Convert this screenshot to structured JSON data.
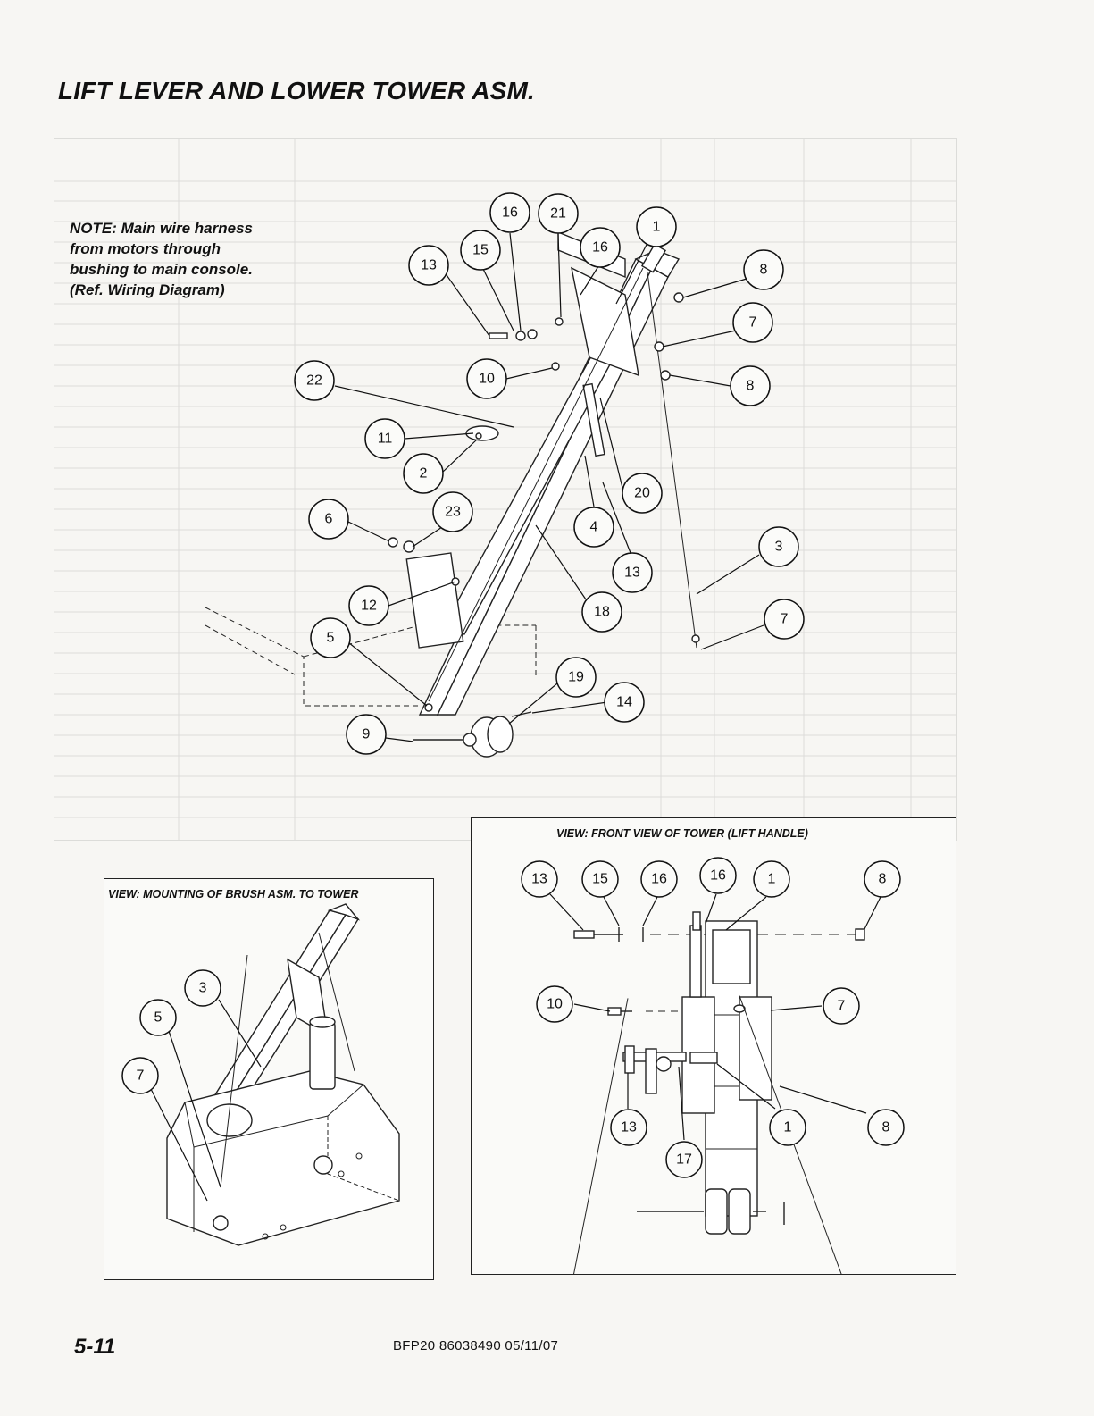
{
  "header": {
    "title": "LIFT LEVER AND LOWER TOWER ASM."
  },
  "note": {
    "lines": [
      "NOTE: Main wire harness",
      "from motors through",
      "bushing to main console.",
      "(Ref. Wiring Diagram)"
    ]
  },
  "main_callouts": [
    "16",
    "21",
    "15",
    "16",
    "1",
    "13",
    "8",
    "7",
    "22",
    "10",
    "8",
    "11",
    "2",
    "20",
    "6",
    "23",
    "4",
    "3",
    "13",
    "12",
    "18",
    "7",
    "5",
    "19",
    "14",
    "9"
  ],
  "view_mounting": {
    "label": "VIEW: MOUNTING OF BRUSH ASM. TO TOWER",
    "callouts": [
      "3",
      "5",
      "7"
    ]
  },
  "view_front": {
    "label": "VIEW: FRONT VIEW OF TOWER (LIFT HANDLE)",
    "callouts": [
      "13",
      "15",
      "16",
      "16",
      "1",
      "8",
      "10",
      "7",
      "13",
      "1",
      "8",
      "17"
    ]
  },
  "footer": {
    "page": "5-11",
    "doc": "BFP20  86038490  05/11/07"
  }
}
